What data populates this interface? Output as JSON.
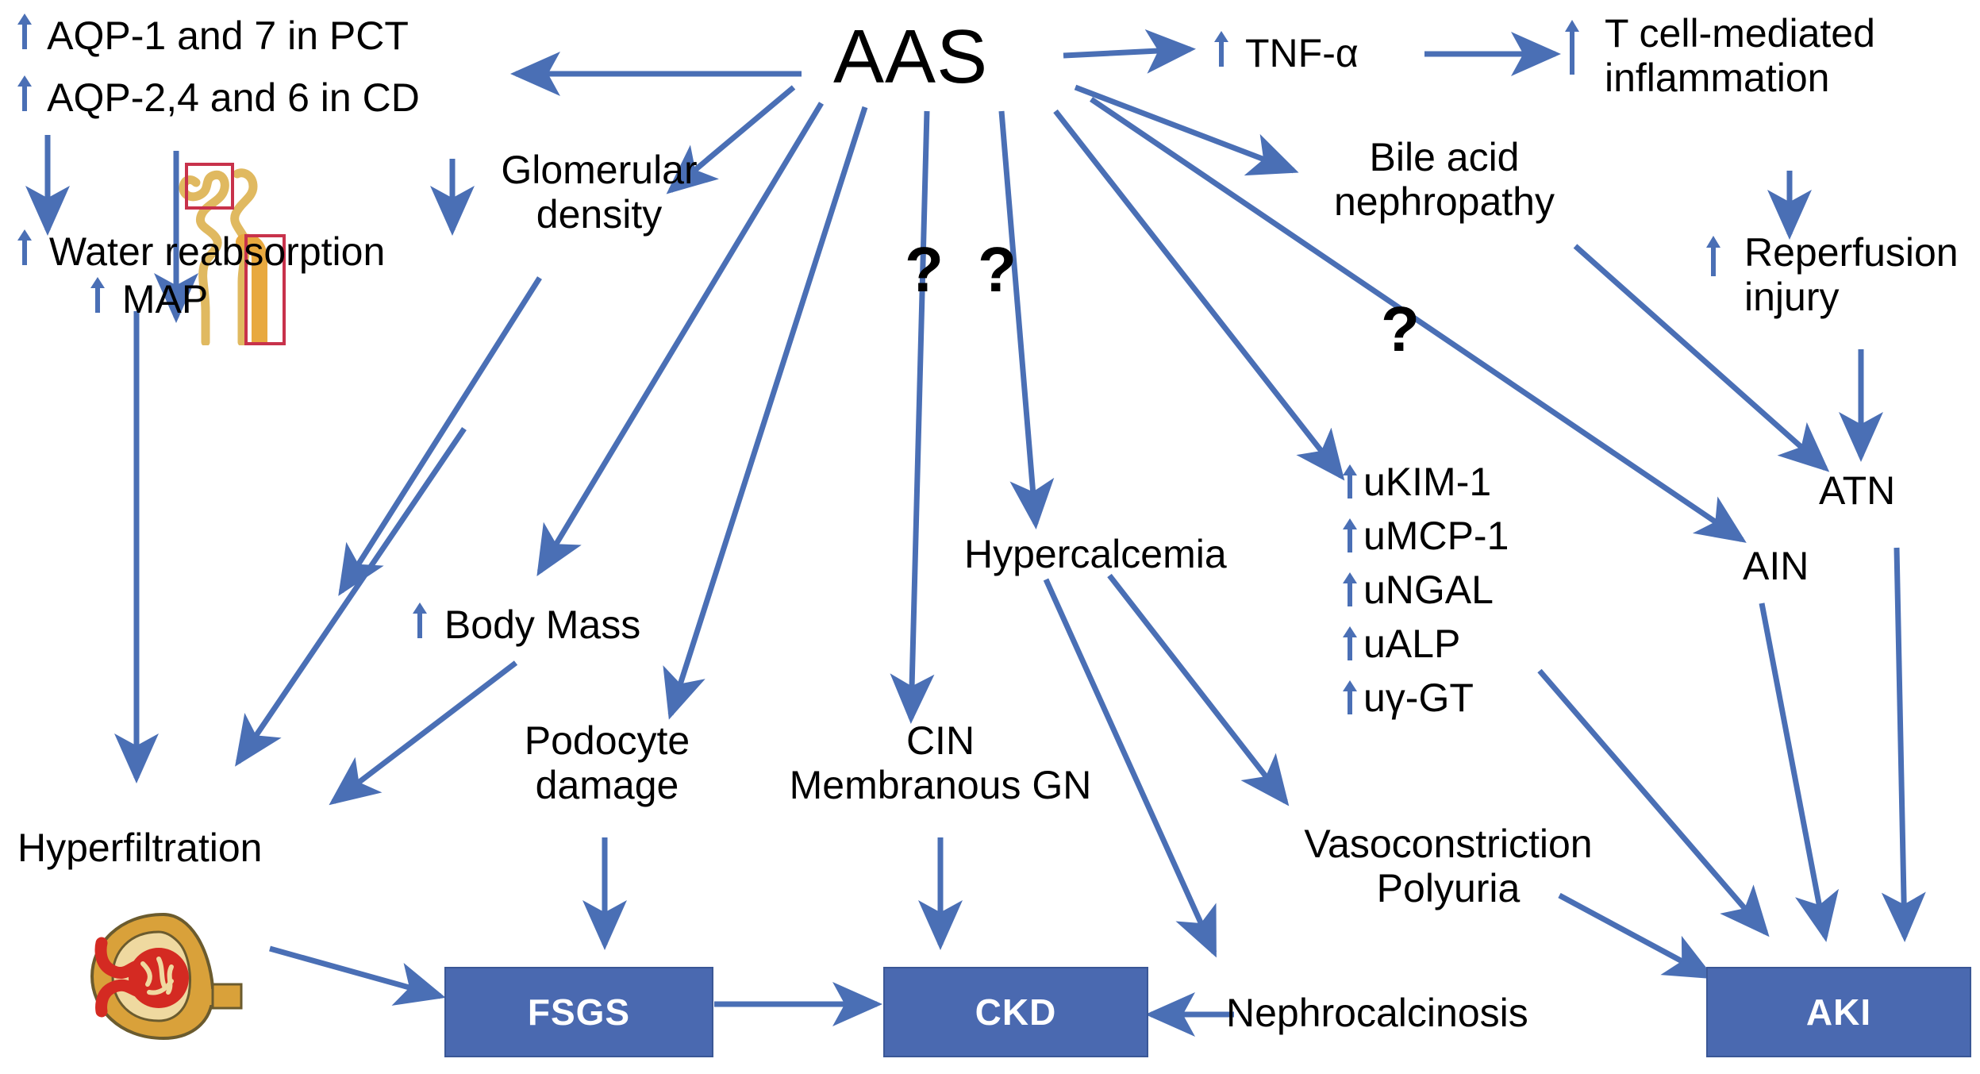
{
  "figure": {
    "title": "AAS nephropathy pathway diagram",
    "colors": {
      "arrow": "#4A6FB5",
      "box_fill": "#4A69B0",
      "box_border": "#3A5796",
      "box_text": "#FFFFFF",
      "node_text": "#000000",
      "highlight_box": "#C8324B",
      "nephron_tubule": "#E0B960",
      "glomerulus_capsule": "#D9A13A",
      "glomerulus_capillary": "#D42A22"
    }
  },
  "root": {
    "label": "AAS"
  },
  "questions": [
    {
      "label": "?"
    },
    {
      "label": "?"
    },
    {
      "label": "?"
    }
  ],
  "nodes": {
    "aqp_pct": {
      "arrow": "up",
      "label": "AQP-1 and 7 in PCT"
    },
    "aqp_cd": {
      "arrow": "up",
      "label": "AQP-2,4 and 6 in CD"
    },
    "water_reab": {
      "arrow": "up",
      "label": "Water reabsorption"
    },
    "map": {
      "arrow": "up",
      "label": "MAP"
    },
    "glom_density": {
      "arrow": "down",
      "line1": "Glomerular",
      "line2": "density"
    },
    "body_mass": {
      "arrow": "up",
      "label": "Body Mass"
    },
    "hyperfiltration": {
      "arrow": "none",
      "label": "Hyperfiltration"
    },
    "podocyte": {
      "arrow": "none",
      "line1": "Podocyte",
      "line2": "damage"
    },
    "cin_gn": {
      "arrow": "none",
      "line1": "CIN",
      "line2": "Membranous GN"
    },
    "hypercalcemia": {
      "arrow": "none",
      "label": "Hypercalcemia"
    },
    "nephrocalcinosis": {
      "arrow": "none",
      "label": "Nephrocalcinosis"
    },
    "tnf_alpha": {
      "arrow": "up",
      "label": "TNF-α"
    },
    "tcell": {
      "arrow": "up",
      "line1": "T cell-mediated",
      "line2": "inflammation"
    },
    "bile_acid": {
      "arrow": "none",
      "line1": "Bile acid",
      "line2": "nephropathy"
    },
    "reperfusion": {
      "arrow": "up",
      "line1": "Reperfusion",
      "line2": "injury"
    },
    "atn": {
      "arrow": "none",
      "label": "ATN"
    },
    "ain": {
      "arrow": "none",
      "label": "AIN"
    },
    "vaso_poly": {
      "arrow": "none",
      "line1": "Vasoconstriction",
      "line2": "Polyuria"
    }
  },
  "biomarkers": {
    "items": [
      {
        "arrow": "up",
        "label": "uKIM-1"
      },
      {
        "arrow": "up",
        "label": "uMCP-1"
      },
      {
        "arrow": "up",
        "label": "uNGAL"
      },
      {
        "arrow": "up",
        "label": "uALP"
      },
      {
        "arrow": "up",
        "label": "uγ-GT"
      }
    ]
  },
  "outcome_boxes": [
    {
      "id": "fsgs",
      "label": "FSGS"
    },
    {
      "id": "ckd",
      "label": "CKD"
    },
    {
      "id": "aki",
      "label": "AKI"
    }
  ],
  "illustrations": [
    {
      "name": "nephron-diagram",
      "caption": ""
    },
    {
      "name": "glomerulus-diagram",
      "caption": ""
    }
  ]
}
